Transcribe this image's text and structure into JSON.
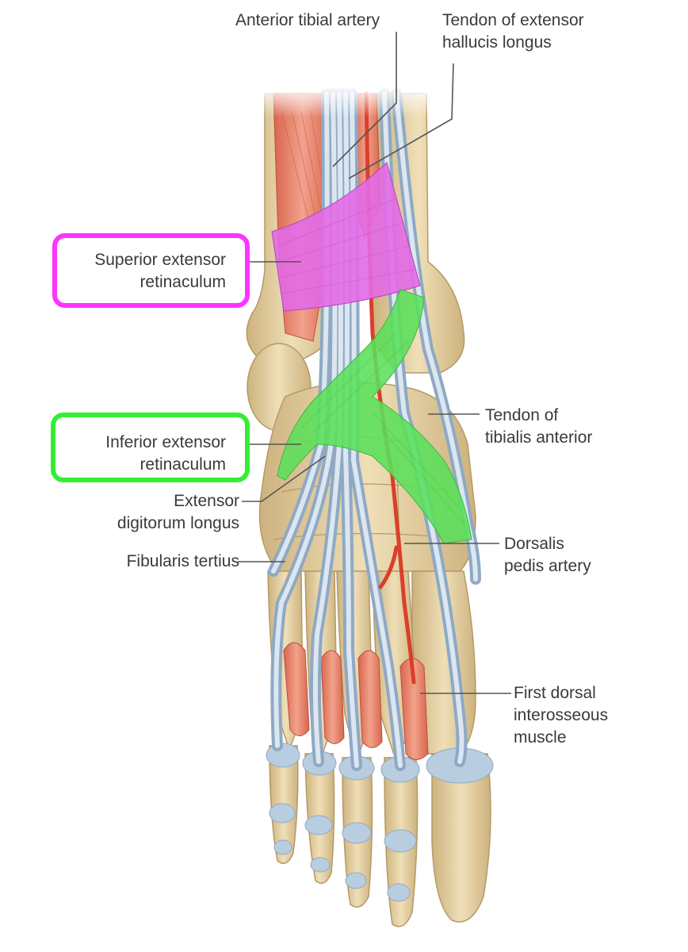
{
  "colors": {
    "superior_highlight": "#ff33ff",
    "inferior_highlight": "#33ee33",
    "superior_band_fill": "#e36ae6",
    "inferior_band_fill": "#5ae05a",
    "bone": "#e8d4a8",
    "tendon": "#b9cde0",
    "muscle": "#e9876e",
    "artery": "#d9402b"
  },
  "labels": {
    "anterior_tibial_artery": [
      "Anterior tibial artery"
    ],
    "tendon_extensor_hallucis_longus": [
      "Tendon of extensor",
      "hallucis longus"
    ],
    "superior_extensor_retinaculum": [
      "Superior extensor",
      "retinaculum"
    ],
    "inferior_extensor_retinaculum": [
      "Inferior extensor",
      "retinaculum"
    ],
    "tendon_tibialis_anterior": [
      "Tendon of",
      "tibialis anterior"
    ],
    "extensor_digitorum_longus": [
      "Extensor",
      "digitorum longus"
    ],
    "fibularis_tertius": [
      "Fibularis tertius"
    ],
    "dorsalis_pedis_artery": [
      "Dorsalis",
      "pedis artery"
    ],
    "first_dorsal_interosseous": [
      "First dorsal",
      "interosseous",
      "muscle"
    ]
  }
}
